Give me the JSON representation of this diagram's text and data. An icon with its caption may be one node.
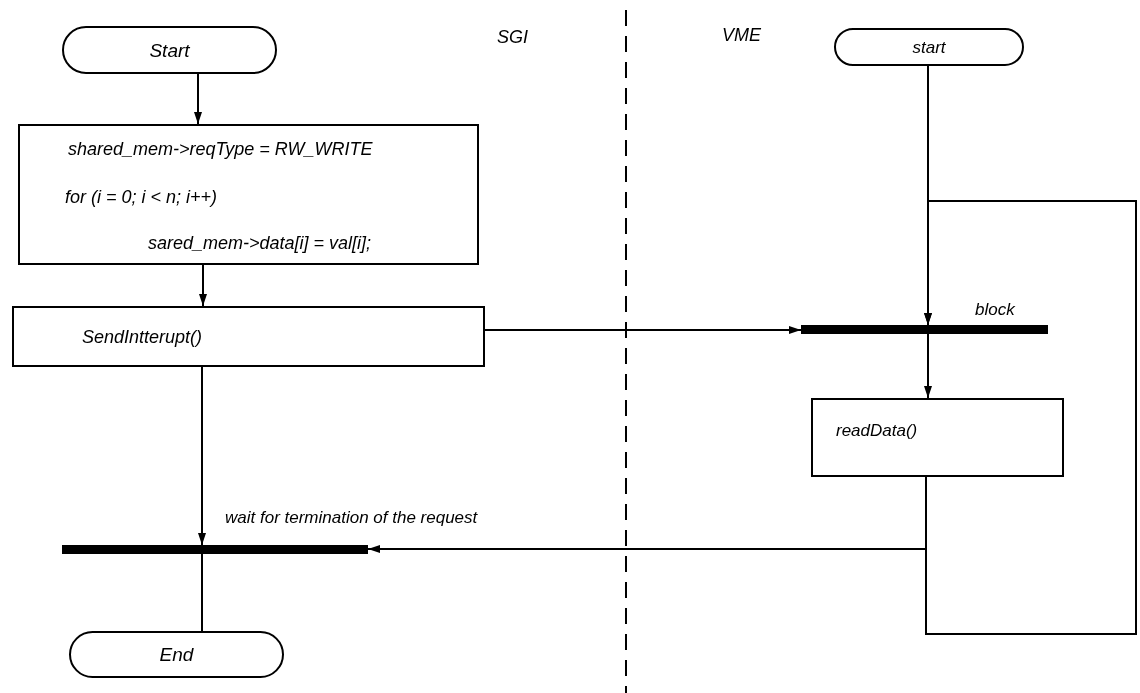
{
  "diagram": {
    "nodes": [
      {
        "text": [
          "Start"
        ]
      },
      {
        "text": [
          "shared_mem->reqType = RW_WRITE",
          "for (i = 0; i < n; i++)",
          "sared_mem->data[i] = val[i];"
        ]
      },
      {
        "text": [
          "SendIntterupt()"
        ]
      },
      {
        "text": [],
        "shape": "bar",
        "beside": [
          "wait for termination of the request"
        ]
      },
      {
        "text": [
          "End"
        ]
      },
      {
        "text": [
          "start"
        ]
      },
      {
        "text": [],
        "shape": "bar",
        "beside": [
          "block"
        ]
      },
      {
        "text": [
          "readData()"
        ]
      }
    ],
    "edges": [
      {
        "from": 0,
        "to": 1,
        "arrow": "to"
      },
      {
        "from": 1,
        "to": 2,
        "arrow": "to"
      },
      {
        "from": 2,
        "to": 3,
        "arrow": "to"
      },
      {
        "from": 3,
        "to": 4,
        "arrow": "none"
      },
      {
        "from": 2,
        "to": 6,
        "arrow": "to"
      },
      {
        "from": 5,
        "to": 6,
        "arrow": "to"
      },
      {
        "from": 6,
        "to": 7,
        "arrow": "to"
      },
      {
        "from": 7,
        "to": 3,
        "arrow": "to"
      },
      {
        "from": 7,
        "to": 6,
        "arrow": "to"
      }
    ],
    "labels": [
      "SGI",
      "VME"
    ]
  }
}
